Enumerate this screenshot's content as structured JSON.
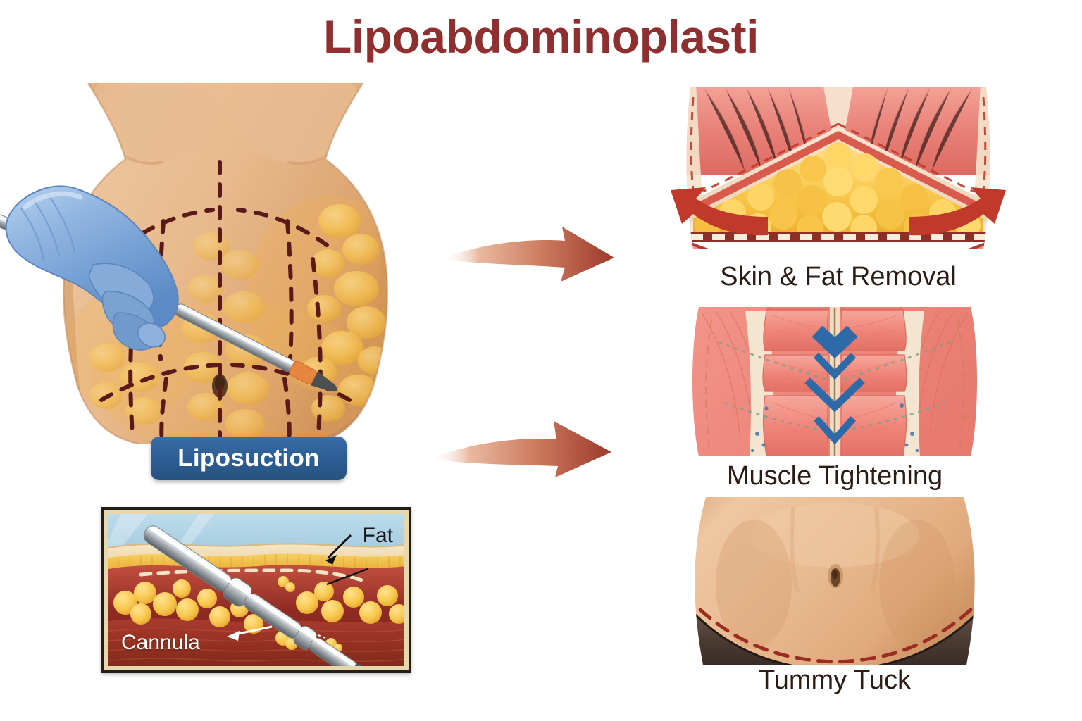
{
  "page": {
    "title": "Lipoabdominoplasti",
    "title_color": "#8f2f2f",
    "background": "#ffffff"
  },
  "main_illustration": {
    "name": "liposuction-of-abdomen",
    "badge_label": "Liposuction",
    "badge_color": "#2d5f96",
    "marking_line_color": "#5a1a1a",
    "glove_color": "#7ba4d6",
    "skin_color": "#e3b087",
    "fat_color": "#f6c24a"
  },
  "inset": {
    "name": "cannula-cross-section",
    "labels": {
      "fat": "Fat",
      "cannula": "Cannula"
    },
    "border_color": "#231f18",
    "frame_color": "#e6d7ac",
    "sky_color": "#a8cde0",
    "muscle_color": "#a8382f",
    "fat_color": "#f6c24a"
  },
  "arrows": {
    "flow_color_start": "#e7b397",
    "flow_color_end": "#9e3b2e",
    "top_arrow_name": "arrow-to-skin-fat-removal",
    "bottom_arrow_name": "arrow-to-muscle-tightening"
  },
  "steps": [
    {
      "id": "skin-fat-removal",
      "label": "Skin & Fat Removal",
      "accent_color": "#c0392b",
      "fat_color": "#f7c94b",
      "muscle_color": "#e9837a"
    },
    {
      "id": "muscle-tightening",
      "label": "Muscle Tightening",
      "accent_color": "#2f6aa8",
      "muscle_color": "#ef8377",
      "fascia_color": "#f0e2cd"
    },
    {
      "id": "tummy-tuck",
      "label": "Tummy Tuck",
      "incision_color": "#9c2b22",
      "underwear_color": "#4b3b34",
      "skin_color": "#e3b087"
    }
  ]
}
